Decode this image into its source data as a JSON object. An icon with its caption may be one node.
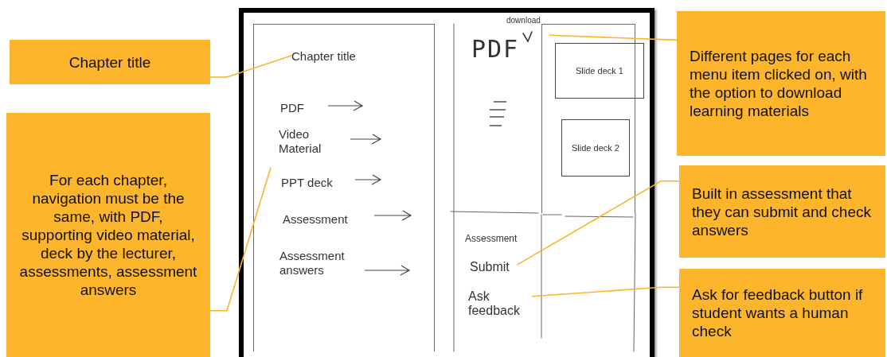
{
  "diagram": {
    "nodes": [
      {
        "text": [
          "Chapter title"
        ]
      },
      {
        "text": [
          "For each chapter, navigation must be the same, with PDF, supporting video material, deck by the lecturer, assessments, assessment answers"
        ]
      },
      {
        "text": [
          "Different pages for each menu item clicked on, with the option to download learning materials"
        ]
      },
      {
        "text": [
          "Built in assessment that they can submit and check answers"
        ]
      },
      {
        "text": [
          "Ask for feedback button if student wants a human check"
        ]
      },
      {
        "text": [],
        "shape": "box"
      },
      {
        "text": [],
        "shape": "box",
        "in": 5
      },
      {
        "text": [
          "Chapter title"
        ],
        "in": 6
      },
      {
        "text": [],
        "shape": "box",
        "in": 5
      },
      {
        "text": [
          "Slide deck 1"
        ],
        "in": 8
      },
      {
        "text": [
          "Slide deck 2"
        ],
        "in": 8
      },
      {
        "text": [
          "Submit"
        ],
        "in": 5
      },
      {
        "text": [
          "Ask feedback"
        ],
        "in": 5
      }
    ],
    "edges": [
      {
        "from": 0,
        "to": 7,
        "arrow": "none"
      },
      {
        "from": 1,
        "to": 6,
        "arrow": "none"
      },
      {
        "from": 2,
        "to": 8,
        "arrow": "none"
      },
      {
        "from": 3,
        "to": 11,
        "arrow": "none"
      },
      {
        "from": 4,
        "to": 12,
        "arrow": "none"
      }
    ],
    "labels": [
      "download",
      "PDF",
      "PDF",
      "Video Material",
      "PPT deck",
      "Assessment",
      "Assessment answers",
      "Assessment"
    ]
  }
}
